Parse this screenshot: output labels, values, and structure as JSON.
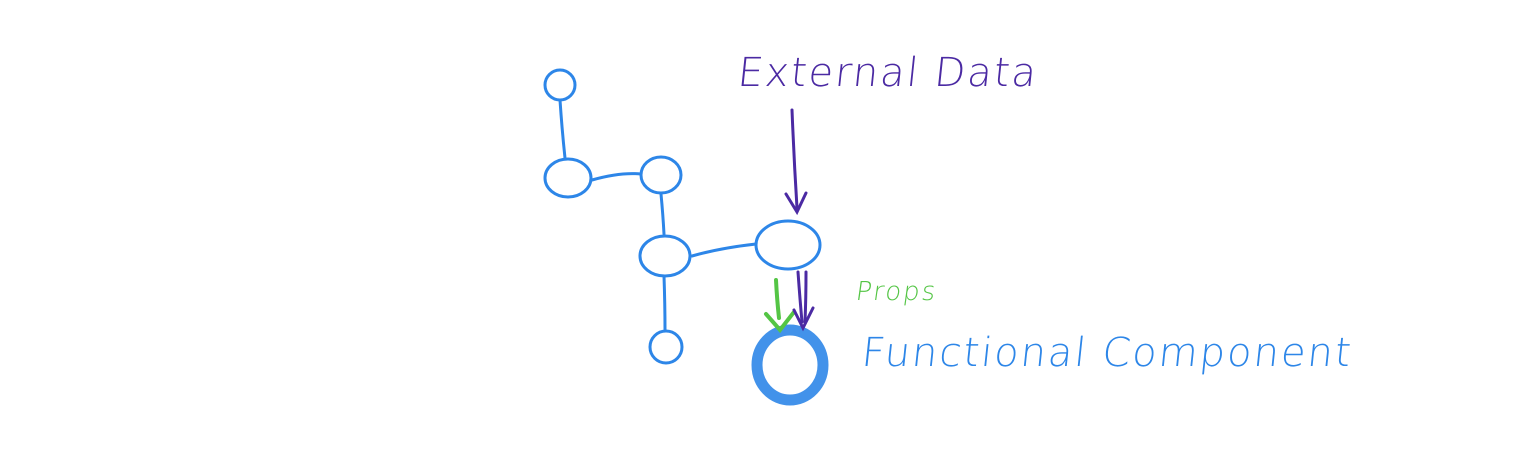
{
  "labels": {
    "external_data": "External Data",
    "props": "Props",
    "functional_component": "Functional Component"
  },
  "colors": {
    "tree": "#2d86e8",
    "external_data": "#4b2aa3",
    "props": "#54c545",
    "functional_component": "#2d86e8"
  }
}
